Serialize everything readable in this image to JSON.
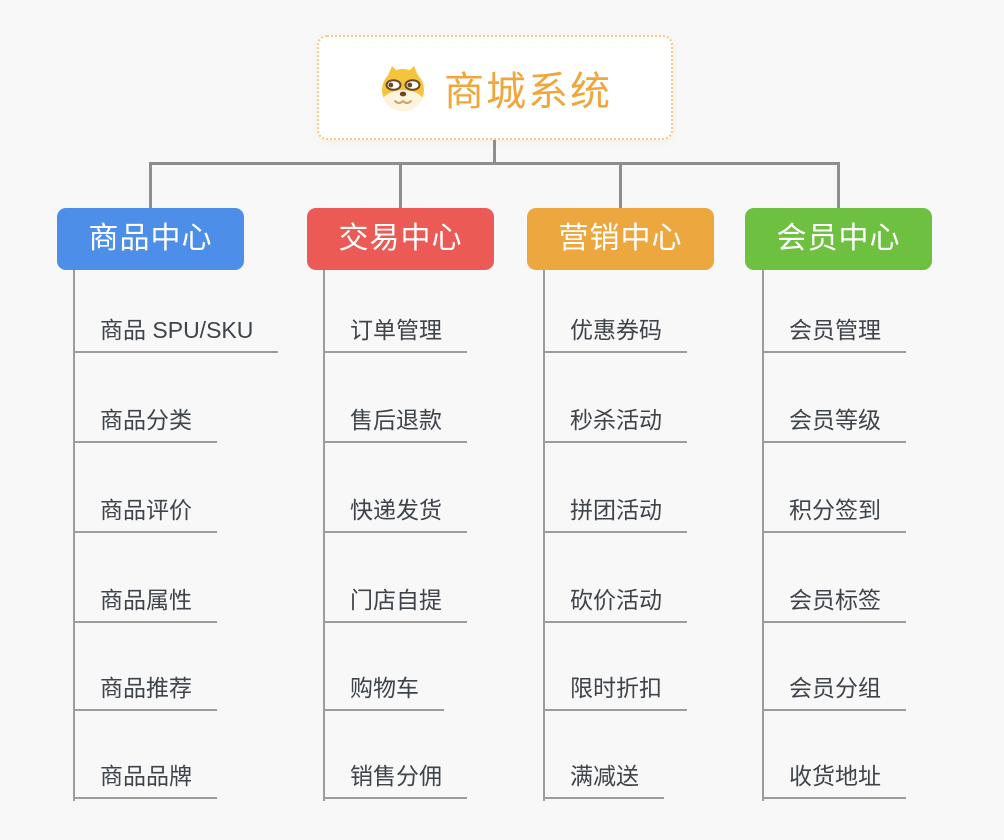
{
  "root": {
    "title": "商城系统",
    "icon": "dog-face-icon",
    "accent_color": "#F0A63C",
    "border_color": "#F5C97F"
  },
  "colors": {
    "background": "#F8F8F8",
    "connector": "#8E8E8E",
    "leaf_line": "#9C9C9C",
    "leaf_text": "#3F444A",
    "header_text": "#FFFFFF"
  },
  "branches": [
    {
      "label": "商品中心",
      "color": "#4D8FE8",
      "items": [
        "商品 SPU/SKU",
        "商品分类",
        "商品评价",
        "商品属性",
        "商品推荐",
        "商品品牌"
      ]
    },
    {
      "label": "交易中心",
      "color": "#EB5A55",
      "items": [
        "订单管理",
        "售后退款",
        "快递发货",
        "门店自提",
        "购物车",
        "销售分佣"
      ]
    },
    {
      "label": "营销中心",
      "color": "#ECA83E",
      "items": [
        "优惠券码",
        "秒杀活动",
        "拼团活动",
        "砍价活动",
        "限时折扣",
        "满减送"
      ]
    },
    {
      "label": "会员中心",
      "color": "#6EC041",
      "items": [
        "会员管理",
        "会员等级",
        "积分签到",
        "会员标签",
        "会员分组",
        "收货地址"
      ]
    }
  ]
}
